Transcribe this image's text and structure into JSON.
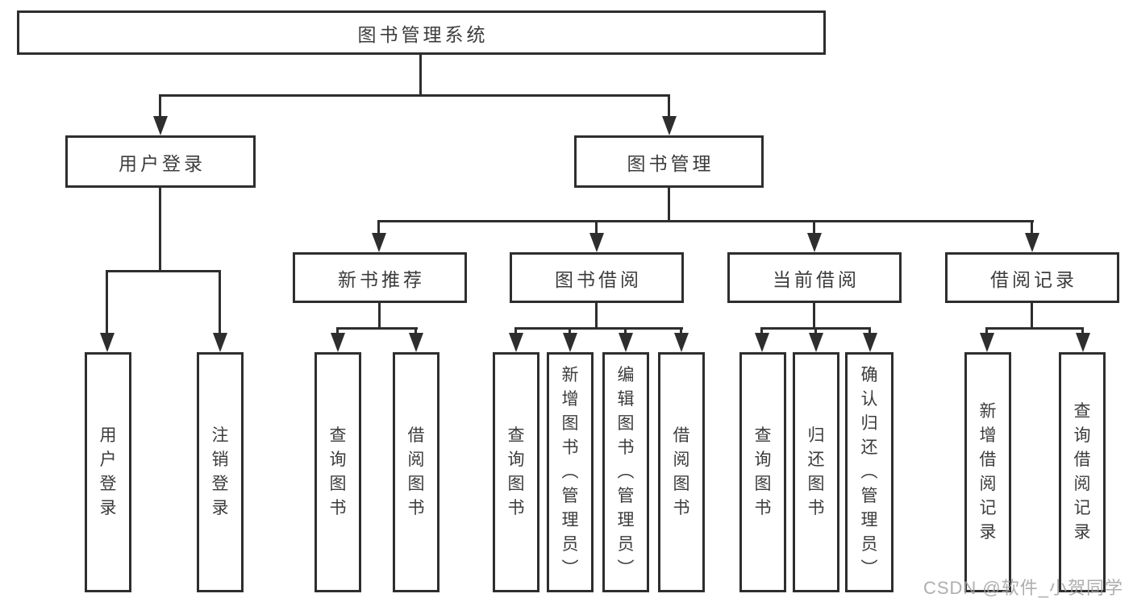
{
  "colors": {
    "line": "#2e2e2e",
    "text": "#3c3c3c",
    "background": "#ffffff",
    "watermark": "#a0a0a0"
  },
  "diagram": {
    "root": {
      "label": "图书管理系统"
    },
    "branches": [
      {
        "label": "用户登录",
        "children": [
          "用户登录",
          "注销登录"
        ]
      },
      {
        "label": "图书管理",
        "children": [
          {
            "label": "新书推荐",
            "children": [
              "查询图书",
              "借阅图书"
            ]
          },
          {
            "label": "图书借阅",
            "children": [
              "查询图书",
              "新增图书（管理员）",
              "编辑图书（管理员）",
              "借阅图书"
            ]
          },
          {
            "label": "当前借阅",
            "children": [
              "查询图书",
              "归还图书",
              "确认归还（管理员）"
            ]
          },
          {
            "label": "借阅记录",
            "children": [
              "新增借阅记录",
              "查询借阅记录"
            ]
          }
        ]
      }
    ]
  },
  "watermark": {
    "text": "CSDN @软件_小贺同学"
  }
}
